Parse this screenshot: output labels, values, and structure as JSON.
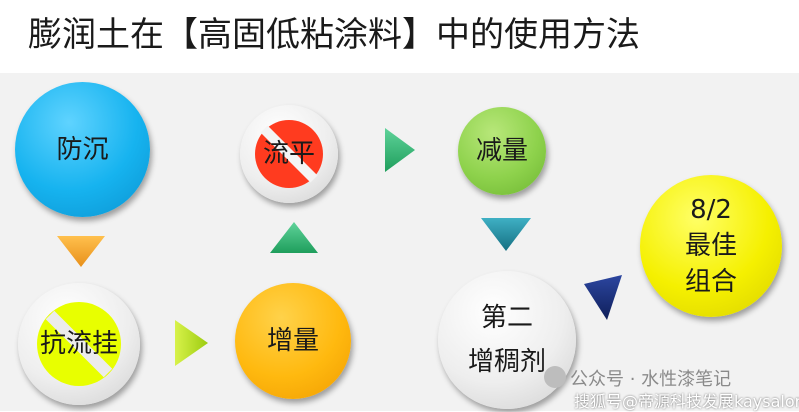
{
  "title": "膨润土在【高固低粘涂料】中的使用方法",
  "nodes": {
    "anti_settling": "防沉",
    "leveling": "流平",
    "reduce": "减量",
    "anti_flow_line1": "抗流挂",
    "increase": "增量",
    "thickener_line1": "第二",
    "thickener_line2": "增稠剂",
    "best_line1": "8/2",
    "best_line2": "最佳",
    "best_line3": "组合"
  },
  "watermark": {
    "wechat": "公众号 · 水性漆笔记",
    "sohu": "搜狐号@帝源科技发展kaysalor"
  },
  "colors": {
    "blue": "#16b3ef",
    "green": "#8ed24c",
    "orange": "#ffb90f",
    "yellow": "#f5f000",
    "red_stripe": "#ff3b1f",
    "lime_stripe": "#e8ff00",
    "arrow_orange": "#f5a623",
    "arrow_green": "#3cb878",
    "arrow_teal": "#1c8fa3",
    "arrow_navy": "#1b2f7a"
  }
}
